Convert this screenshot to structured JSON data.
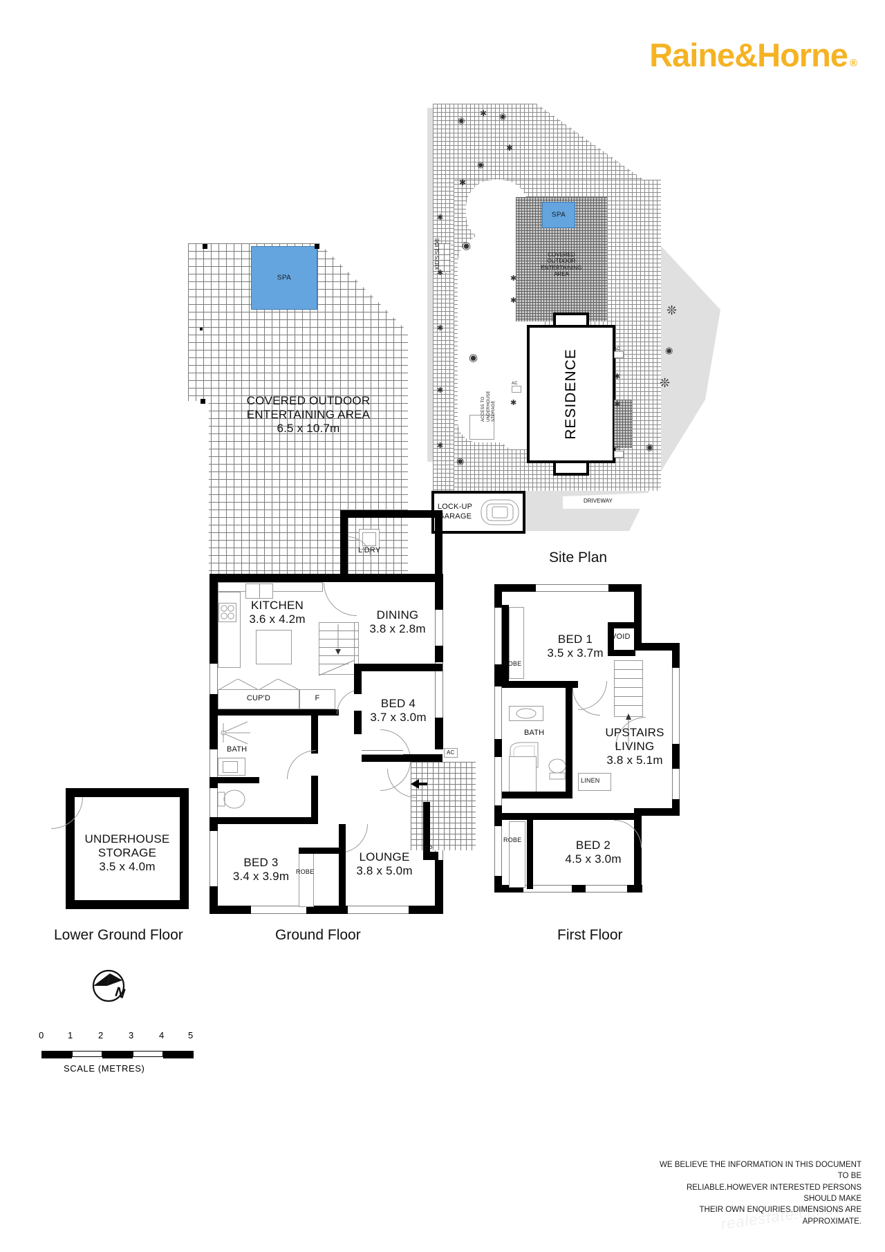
{
  "brand": {
    "name": "Raine&Horne",
    "registered": "®",
    "color": "#F5B324"
  },
  "site_plan": {
    "caption": "Site Plan",
    "labels": {
      "residence": "RESIDENCE",
      "covered_outdoor": "COVERED\nOUTDOOR\nENTERTAINING\nAREA",
      "covered_outdoor_l1": "COVERED",
      "covered_outdoor_l2": "OUTDOOR",
      "covered_outdoor_l3": "ENTERTAINING",
      "covered_outdoor_l4": "AREA",
      "spa": "SPA",
      "kids_slide": "KID'S SLIDE",
      "access_storage_l1": "ACCESS TO",
      "access_storage_l2": "UNDERHOUSE",
      "access_storage_l3": "STORAGE",
      "lock_up_garage_l1": "LOCK-UP",
      "lock_up_garage_l2": "GARAGE",
      "driveway": "DRIVEWAY",
      "ac": "AC"
    }
  },
  "lower_ground_floor": {
    "caption": "Lower Ground Floor",
    "rooms": [
      {
        "name": "UNDERHOUSE STORAGE",
        "line1": "UNDERHOUSE",
        "line2": "STORAGE",
        "dims": "3.5 x 4.0m"
      }
    ]
  },
  "ground_floor": {
    "caption": "Ground Floor",
    "rooms": [
      {
        "name": "COVERED OUTDOOR ENTERTAINING AREA",
        "line1": "COVERED OUTDOOR",
        "line2": "ENTERTAINING AREA",
        "dims": "6.5 x 10.7m"
      },
      {
        "name": "KITCHEN",
        "line1": "KITCHEN",
        "dims": "3.6 x 4.2m"
      },
      {
        "name": "DINING",
        "line1": "DINING",
        "dims": "3.8 x 2.8m"
      },
      {
        "name": "BED 4",
        "line1": "BED 4",
        "dims": "3.7 x 3.0m"
      },
      {
        "name": "BED 3",
        "line1": "BED 3",
        "dims": "3.4 x 3.9m"
      },
      {
        "name": "LOUNGE",
        "line1": "LOUNGE",
        "dims": "3.8 x 5.0m"
      }
    ],
    "labels": {
      "laundry": "L'DRY",
      "cupboard": "CUP'D",
      "fridge": "F",
      "bath": "BATH",
      "spa": "SPA",
      "robe": "ROBE",
      "ac": "AC",
      "fireplace": "FP"
    }
  },
  "first_floor": {
    "caption": "First Floor",
    "rooms": [
      {
        "name": "BED 1",
        "line1": "BED 1",
        "dims": "3.5 x 3.7m"
      },
      {
        "name": "UPSTAIRS LIVING",
        "line1": "UPSTAIRS",
        "line2": "LIVING",
        "dims": "3.8 x 5.1m"
      },
      {
        "name": "BED 2",
        "line1": "BED 2",
        "dims": "4.5 x 3.0m"
      }
    ],
    "labels": {
      "void": "VOID",
      "bath": "BATH",
      "linen": "LINEN",
      "robe": "ROBE"
    }
  },
  "compass": {
    "letter": "N"
  },
  "scale": {
    "caption": "SCALE (METRES)",
    "ticks": [
      "0",
      "1",
      "2",
      "3",
      "4",
      "5"
    ]
  },
  "disclaimer": {
    "line1": "WE BELIEVE THE INFORMATION IN THIS DOCUMENT TO BE",
    "line2": "RELIABLE.HOWEVER INTERESTED PERSONS SHOULD MAKE",
    "line3": "THEIR OWN ENQUIRIES.DIMENSIONS ARE APPROXIMATE."
  }
}
